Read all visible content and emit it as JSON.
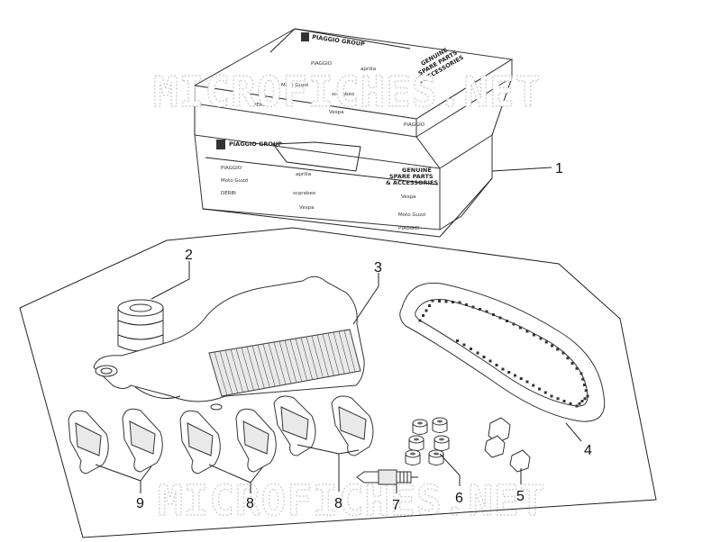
{
  "watermark": {
    "top": "MICROFICHES.NET",
    "bottom": "MICROFICHES.NET"
  },
  "box": {
    "lid_brand": "PIAGGIO GROUP",
    "lid_title_line1": "GENUINE",
    "lid_title_line2": "SPARE PARTS",
    "lid_title_line3": "& ACCESSORIES",
    "front_brand": "PIAGGIO GROUP",
    "front_title_line1": "GENUINE",
    "front_title_line2": "SPARE PARTS",
    "front_title_line3": "& ACCESSORIES",
    "logos": [
      "PIAGGIO",
      "aprilia",
      "Moto Guzzi",
      "DERBI",
      "scarabeo",
      "Vespa",
      "PIAGGIO"
    ]
  },
  "callouts": [
    {
      "label": "1"
    },
    {
      "label": "2"
    },
    {
      "label": "3"
    },
    {
      "label": "4"
    },
    {
      "label": "5"
    },
    {
      "label": "6"
    },
    {
      "label": "7"
    },
    {
      "label": "8"
    },
    {
      "label": "8"
    },
    {
      "label": "9"
    }
  ]
}
